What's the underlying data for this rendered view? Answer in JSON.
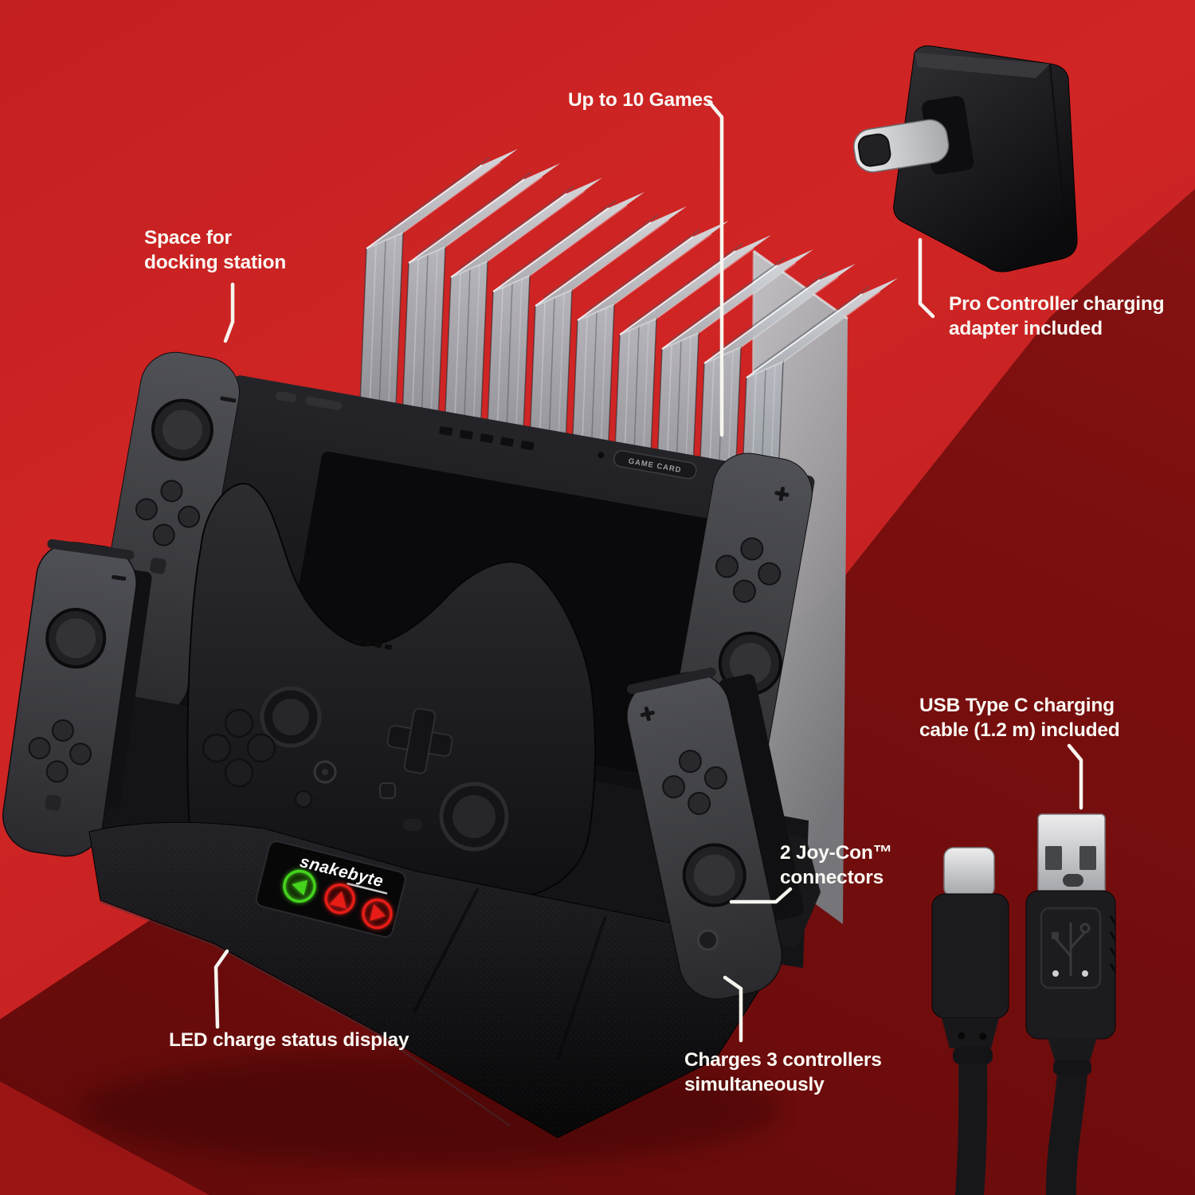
{
  "colors": {
    "red_base": "#c52323",
    "red_dark_wedge": "#6d0c0c",
    "red_wedge_top": "#8e1414",
    "red_corner": "#9c1515",
    "label_text": "#faf8f3",
    "led_green": "#45d41f",
    "led_red": "#e81c14"
  },
  "callouts": {
    "games": {
      "label": "Up to 10 Games"
    },
    "dock_space": {
      "line1": "Space for",
      "line2": "docking station"
    },
    "pro_adapter": {
      "line1": "Pro Controller charging",
      "line2": "adapter included"
    },
    "usb_cable": {
      "line1": "USB Type C charging",
      "line2": "cable (1.2 m) included"
    },
    "joycon": {
      "line1": "2 Joy-Con™",
      "line2": "connectors"
    },
    "led": {
      "label": "LED charge status display"
    },
    "charges": {
      "line1": "Charges 3 controllers",
      "line2": "simultaneously"
    }
  },
  "brand": {
    "logo": "snakebyte"
  },
  "console": {
    "game_card_label": "GAME CARD"
  },
  "scene": {
    "game_case_count": 10
  }
}
